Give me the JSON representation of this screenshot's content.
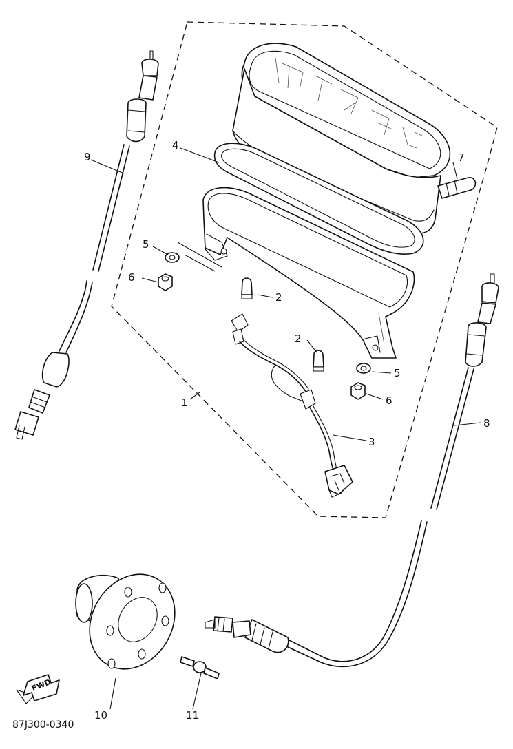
{
  "diagram": {
    "drawing_code": "87J300-0340",
    "fwd_label": "FWD",
    "callouts": [
      {
        "id": "c1",
        "label": "1"
      },
      {
        "id": "c2a",
        "label": "2"
      },
      {
        "id": "c2b",
        "label": "2"
      },
      {
        "id": "c3",
        "label": "3"
      },
      {
        "id": "c4",
        "label": "4"
      },
      {
        "id": "c5a",
        "label": "5"
      },
      {
        "id": "c5b",
        "label": "5"
      },
      {
        "id": "c6a",
        "label": "6"
      },
      {
        "id": "c6b",
        "label": "6"
      },
      {
        "id": "c7",
        "label": "7"
      },
      {
        "id": "c8",
        "label": "8"
      },
      {
        "id": "c9",
        "label": "9"
      },
      {
        "id": "c10",
        "label": "10"
      },
      {
        "id": "c11",
        "label": "11"
      }
    ]
  }
}
